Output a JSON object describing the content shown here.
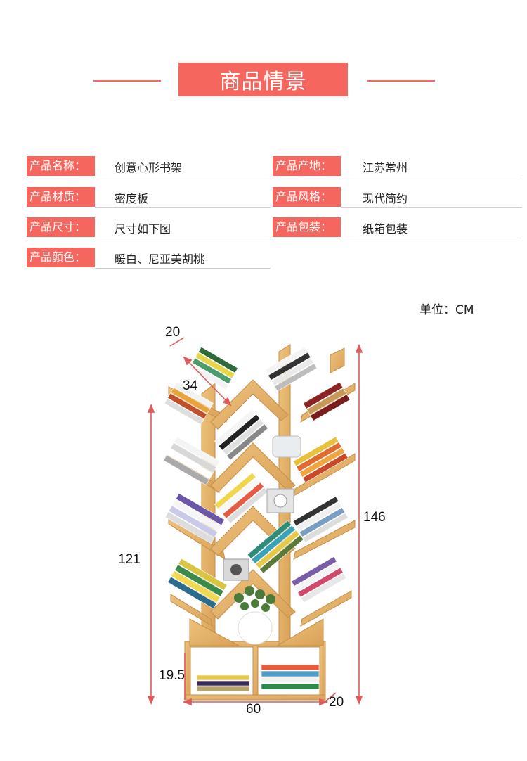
{
  "header": {
    "title": "商品情景"
  },
  "specs": [
    {
      "label": "产品名称：",
      "value": "创意心形书架"
    },
    {
      "label": "产品产地：",
      "value": "江苏常州"
    },
    {
      "label": "产品材质：",
      "value": "密度板"
    },
    {
      "label": "产品风格：",
      "value": "现代简约"
    },
    {
      "label": "产品尺寸：",
      "value": "尺寸如下图"
    },
    {
      "label": "产品包装：",
      "value": "纸箱包装"
    },
    {
      "label": "产品颜色：",
      "value": "暖白、尼亚美胡桃"
    }
  ],
  "diagram": {
    "unit_label": "单位：CM",
    "dimensions": {
      "top_depth": "20",
      "shelf_width": "34",
      "total_height": "146",
      "left_height": "121",
      "base_height": "19.5",
      "base_width": "60",
      "base_depth": "20"
    }
  },
  "colors": {
    "accent": "#f4665e",
    "wood": "#e6b36a",
    "dimension_line": "#e05a5a"
  }
}
